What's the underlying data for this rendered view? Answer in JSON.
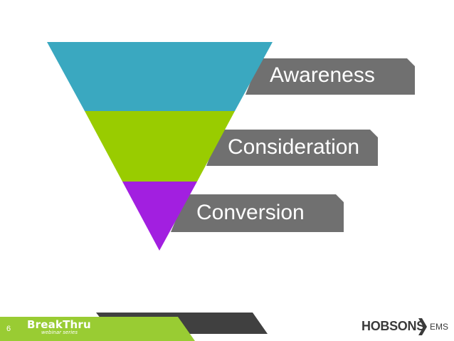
{
  "funnel": {
    "stages": [
      {
        "label": "Awareness",
        "color": "#3aa8c0"
      },
      {
        "label": "Consideration",
        "color": "#99cc00"
      },
      {
        "label": "Conversion",
        "color": "#a21fe0"
      }
    ],
    "label_bg_color": "#707070"
  },
  "footer": {
    "page_number": "6",
    "breakthru_logo": "BreakThru",
    "breakthru_sub": "webinar series",
    "hobsons_logo": "HOBSONS",
    "ems_text": "EMS",
    "green_color": "#99cc33",
    "dark_color": "#404040"
  }
}
